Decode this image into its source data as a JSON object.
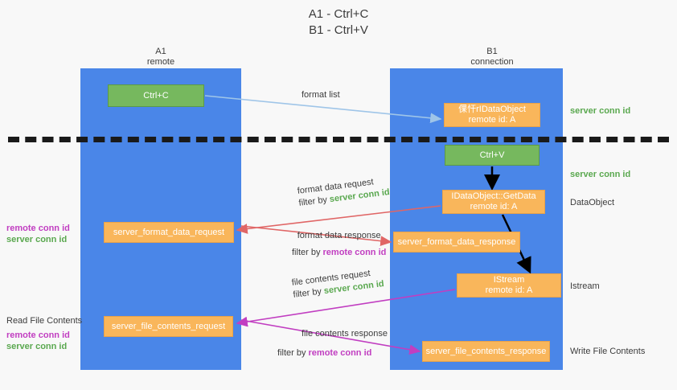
{
  "title": {
    "line1": "A1 - Ctrl+C",
    "line2": "B1 - Ctrl+V"
  },
  "columns": [
    {
      "name": "A1",
      "sub": "remote"
    },
    {
      "name": "B1",
      "sub": "connection"
    }
  ],
  "nodes": {
    "ctrl_c": {
      "label": "Ctrl+C",
      "color": "#76b85e"
    },
    "idataobject": {
      "line1": "倮忓rIDataObject",
      "line2": "remote id: A",
      "color": "#f9b65b"
    },
    "ctrl_v": {
      "label": "Ctrl+V",
      "color": "#76b85e"
    },
    "getdata": {
      "line1": "IDataObject::GetData",
      "line2": "remote id: A",
      "color": "#f9b65b"
    },
    "server_format_data_request": {
      "label": "server_format_data_request",
      "color": "#f9b65b"
    },
    "server_format_data_response": {
      "label": "server_format_data_response",
      "color": "#f9b65b"
    },
    "istream": {
      "line1": "IStream",
      "line2": "remote id: A",
      "color": "#f9b65b"
    },
    "server_file_contents_request": {
      "label": "server_file_contents_request",
      "color": "#f9b65b"
    },
    "server_file_contents_response": {
      "label": "server_file_contents_response",
      "color": "#f9b65b"
    }
  },
  "edges": {
    "format_list": {
      "label": "format list",
      "color": "#9fc5e8"
    },
    "format_data_request": {
      "line1": "format data request",
      "filter_prefix": "filter by ",
      "filter_value": "server conn id",
      "color": "#e06666"
    },
    "format_data_response": {
      "line1": "format data response",
      "filter_prefix": "filter by ",
      "filter_value": "remote conn id",
      "color": "#e06666"
    },
    "file_contents_request": {
      "line1": "file contents request",
      "filter_prefix": "filter by ",
      "filter_value": "server conn id",
      "color": "#c13ec1"
    },
    "file_contents_response": {
      "line1": "file contents response",
      "filter_prefix": "filter by ",
      "filter_value": "remote conn id",
      "color": "#c13ec1"
    }
  },
  "right_labels": {
    "server_conn_id_1": "server conn id",
    "server_conn_id_2": "server conn id",
    "dataobject": "DataObject",
    "istream": "Istream",
    "write_file_contents": "Write File Contents"
  },
  "left_labels": {
    "remote_conn_id_1": "remote conn id",
    "server_conn_id_1": "server conn id",
    "read_file_contents": "Read File Contents",
    "remote_conn_id_2": "remote conn id",
    "server_conn_id_2": "server conn id"
  },
  "colors": {
    "lane": "#4a86e8",
    "green": "#5aa84f",
    "purple": "#c13ec1",
    "red_arrow": "#e06666",
    "blue_arrow": "#9fc5e8",
    "black_arrow": "#000000",
    "orange": "#f9b65b",
    "background": "#f8f8f8"
  }
}
